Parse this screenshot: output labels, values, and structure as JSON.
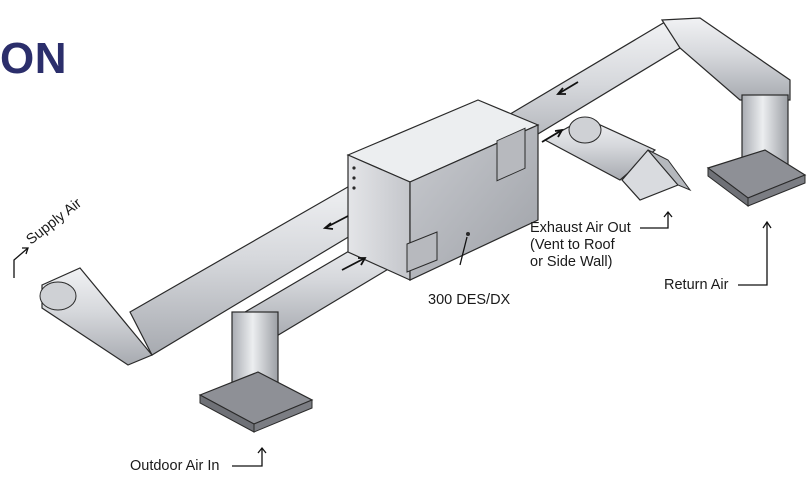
{
  "heading": "ON",
  "labels": {
    "supply_air": "Supply Air",
    "exhaust_air_out": "Exhaust Air Out",
    "vent_line1": "(Vent to Roof",
    "vent_line2": "or Side Wall)",
    "return_air": "Return Air",
    "unit_model": "300 DES/DX",
    "outdoor_air_in": "Outdoor Air In"
  },
  "colors": {
    "heading": "#2b2e6b",
    "duct_light": "#e6e7ea",
    "duct_mid": "#c5c7cc",
    "duct_dark": "#9fa2a8",
    "outline": "#2a2a2a",
    "base_pad": "#8e9096"
  }
}
